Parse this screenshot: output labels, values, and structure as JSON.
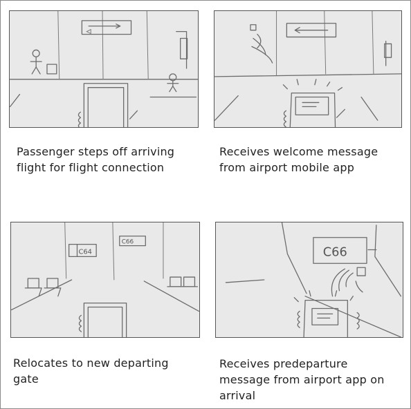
{
  "panels": [
    {
      "caption": "Passenger steps off arriving flight for flight connection"
    },
    {
      "caption": "Receives welcome message from airport mobile app"
    },
    {
      "caption": "Relocates to new departing gate",
      "signs": [
        "C64",
        "C66"
      ]
    },
    {
      "caption": "Receives predeparture message from airport app on arrival",
      "sign": "C66"
    }
  ]
}
